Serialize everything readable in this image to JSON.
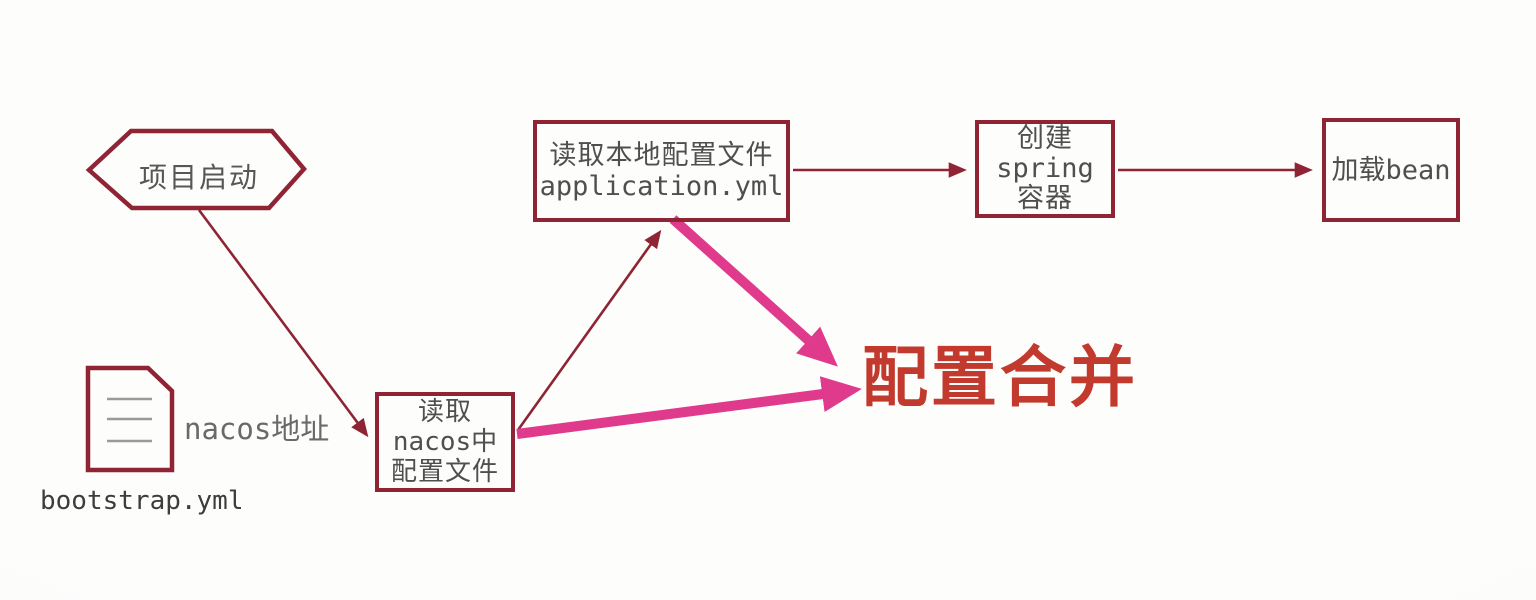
{
  "diagram": {
    "title_hint": "nacos + spring boot configuration loading flow",
    "colors": {
      "outline": "#8e2434",
      "box_text": "#4f4f4f",
      "pink_arrow": "#e03a8c",
      "merge_text": "#c23a2e",
      "doc_lines": "#9a9a9a",
      "background": "#fdfdfc"
    },
    "nodes": {
      "start_hexagon": {
        "label": "项目启动"
      },
      "bootstrap_file": {
        "label": "nacos地址",
        "filename": "bootstrap.yml"
      },
      "read_nacos_box": {
        "lines": [
          "读取",
          "nacos中",
          "配置文件"
        ]
      },
      "read_local_box": {
        "lines": [
          "读取本地配置文件",
          "application.yml"
        ]
      },
      "create_spring_box": {
        "lines": [
          "创建",
          "spring",
          "容器"
        ]
      },
      "load_bean_box": {
        "label": "加载bean"
      },
      "merge_label": {
        "label": "配置合并"
      }
    },
    "edges": [
      {
        "from": "start_hexagon",
        "to": "read_nacos_box",
        "style": "thin"
      },
      {
        "from": "read_nacos_box",
        "to": "read_local_box",
        "style": "thin"
      },
      {
        "from": "read_local_box",
        "to": "create_spring_box",
        "style": "thin"
      },
      {
        "from": "create_spring_box",
        "to": "load_bean_box",
        "style": "thin"
      },
      {
        "from": "read_local_box",
        "to": "merge_label",
        "style": "thick-pink"
      },
      {
        "from": "read_nacos_box",
        "to": "merge_label",
        "style": "thick-pink"
      }
    ]
  }
}
